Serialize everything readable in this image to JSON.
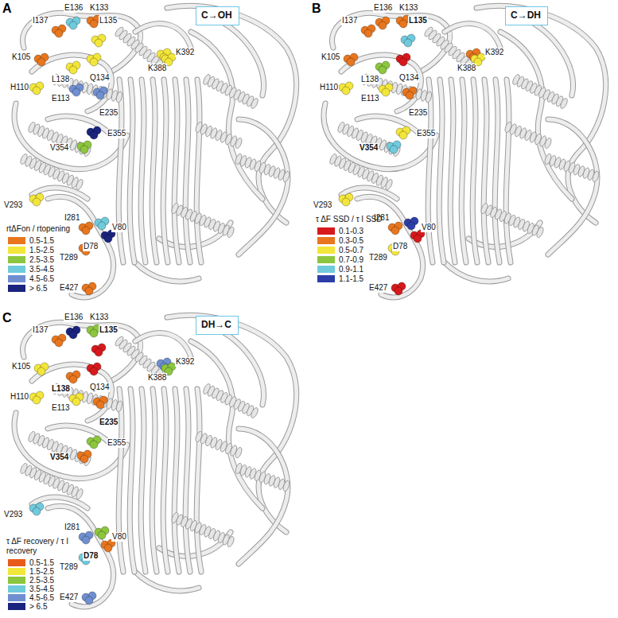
{
  "diagram": {
    "nodes": [
      {
        "text": [
          "C→OH"
        ]
      },
      {
        "text": [
          "C→DH"
        ]
      },
      {
        "text": [
          "DH→C"
        ]
      }
    ],
    "labels": [
      "A",
      "E136",
      "K133",
      "I137",
      "L135",
      "K105",
      "Q134",
      "L138",
      "H110",
      "E113",
      "K388",
      "K392",
      "E235",
      "E355",
      "V354",
      "V293",
      "I281",
      "V80",
      "D78",
      "T289",
      "E427",
      "rtΔFon / rtopening",
      "B",
      "E136",
      "K133",
      "I137",
      "L135",
      "K105",
      "Q134",
      "L138",
      "H110",
      "E113",
      "K388",
      "K392",
      "E235",
      "E355",
      "V354",
      "V293",
      "I281",
      "V80",
      "D78",
      "T289",
      "E427",
      "τ ΔF SSD / τ I SSD",
      "C",
      "E136",
      "K133",
      "I137",
      "L135",
      "K105",
      "Q134",
      "L138",
      "H110",
      "E113",
      "K388",
      "K392",
      "E235",
      "E355",
      "V354",
      "V293",
      "I281",
      "V80",
      "D78",
      "T289",
      "E427",
      "τ ΔF recovery / τ I recovery"
    ],
    "legend": [
      {
        "text": "0.5-1.5",
        "color": "#e8761e"
      },
      {
        "text": "1.5-2.5",
        "color": "#f3e63a"
      },
      {
        "text": "2.5-3.5",
        "color": "#8cc63e"
      },
      {
        "text": "3.5-4.5",
        "color": "#6fcadc"
      },
      {
        "text": "4.5-6.5",
        "color": "#6f8fd0"
      },
      {
        "text": "> 6.5",
        "color": "#1a237e"
      },
      {
        "text": "0.1-0.3",
        "color": "#d7191c"
      },
      {
        "text": "0.3-0.5",
        "color": "#e8761e"
      },
      {
        "text": "0.5-0.7",
        "color": "#f3e63a"
      },
      {
        "text": "0.7-0.9",
        "color": "#8cc63e"
      },
      {
        "text": "0.9-1.1",
        "color": "#6fcadc"
      },
      {
        "text": "1.1-1.5",
        "color": "#2d3ea8"
      },
      {
        "text": "0.5-1.5",
        "color": "#e85a1c"
      },
      {
        "text": "1.5-2.5",
        "color": "#f3e63a"
      },
      {
        "text": "2.5-3.5",
        "color": "#8cc63e"
      },
      {
        "text": "3.5-4.5",
        "color": "#6fcadc"
      },
      {
        "text": "4.5-6.5",
        "color": "#6f8fd0"
      },
      {
        "text": "> 6.5",
        "color": "#1a237e"
      }
    ]
  }
}
